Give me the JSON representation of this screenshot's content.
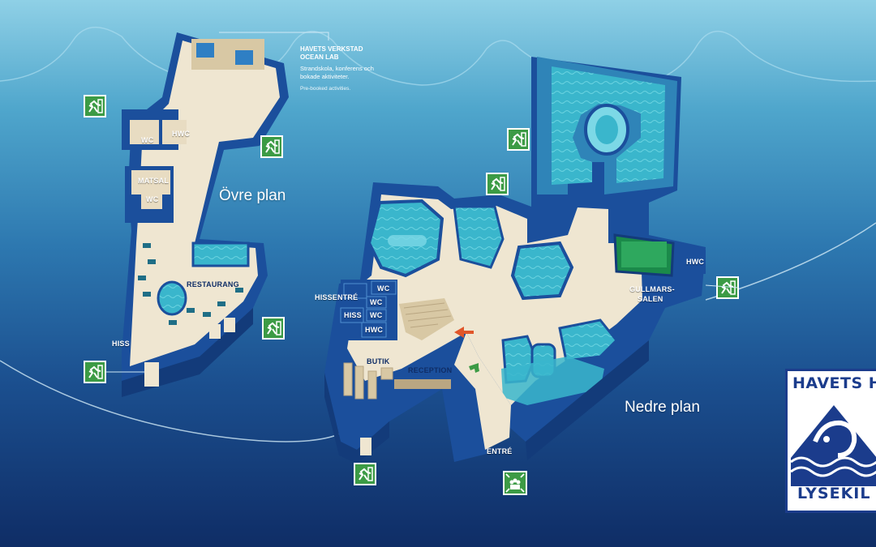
{
  "colors": {
    "wall": "#1b4f9c",
    "wall_dark": "#133b7a",
    "floor": "#efe6d1",
    "water": "#3dbad0",
    "exit_green": "#3c9b45",
    "logo_blue": "#1b3c8c"
  },
  "upper_plan": {
    "title": "Övre plan",
    "rooms": {
      "wc_1": "WC",
      "hwc": "HWC",
      "matsal": "MATSAL",
      "wc_2": "WC",
      "restaurang": "RESTAURANG",
      "hiss": "HISS"
    },
    "callout": {
      "title_line1": "HAVETS VERKSTAD",
      "title_line2": "OCEAN LAB",
      "text": "Strandskola, konferens och bokade aktiviteter.",
      "note": "Pre-booked activities."
    }
  },
  "lower_plan": {
    "title": "Nedre plan",
    "rooms": {
      "hissentre": "HISSENTRÉ",
      "wc_a": "WC",
      "wc_b": "WC",
      "wc_c": "WC",
      "hiss": "HISS",
      "hwc": "HWC",
      "butik": "BUTIK",
      "reception": "RECEPTION",
      "entre": "ENTRÉ",
      "gullmars_line1": "GULLMARS-",
      "gullmars_line2": "SALEN",
      "hwc_right": "HWC"
    }
  },
  "icons": {
    "exit": "emergency-exit-icon",
    "assembly": "assembly-point-icon",
    "arrow": "direction-arrow-icon"
  },
  "logo": {
    "top_text": "HAVETS HUS",
    "bottom_text": "LYSEKIL"
  }
}
